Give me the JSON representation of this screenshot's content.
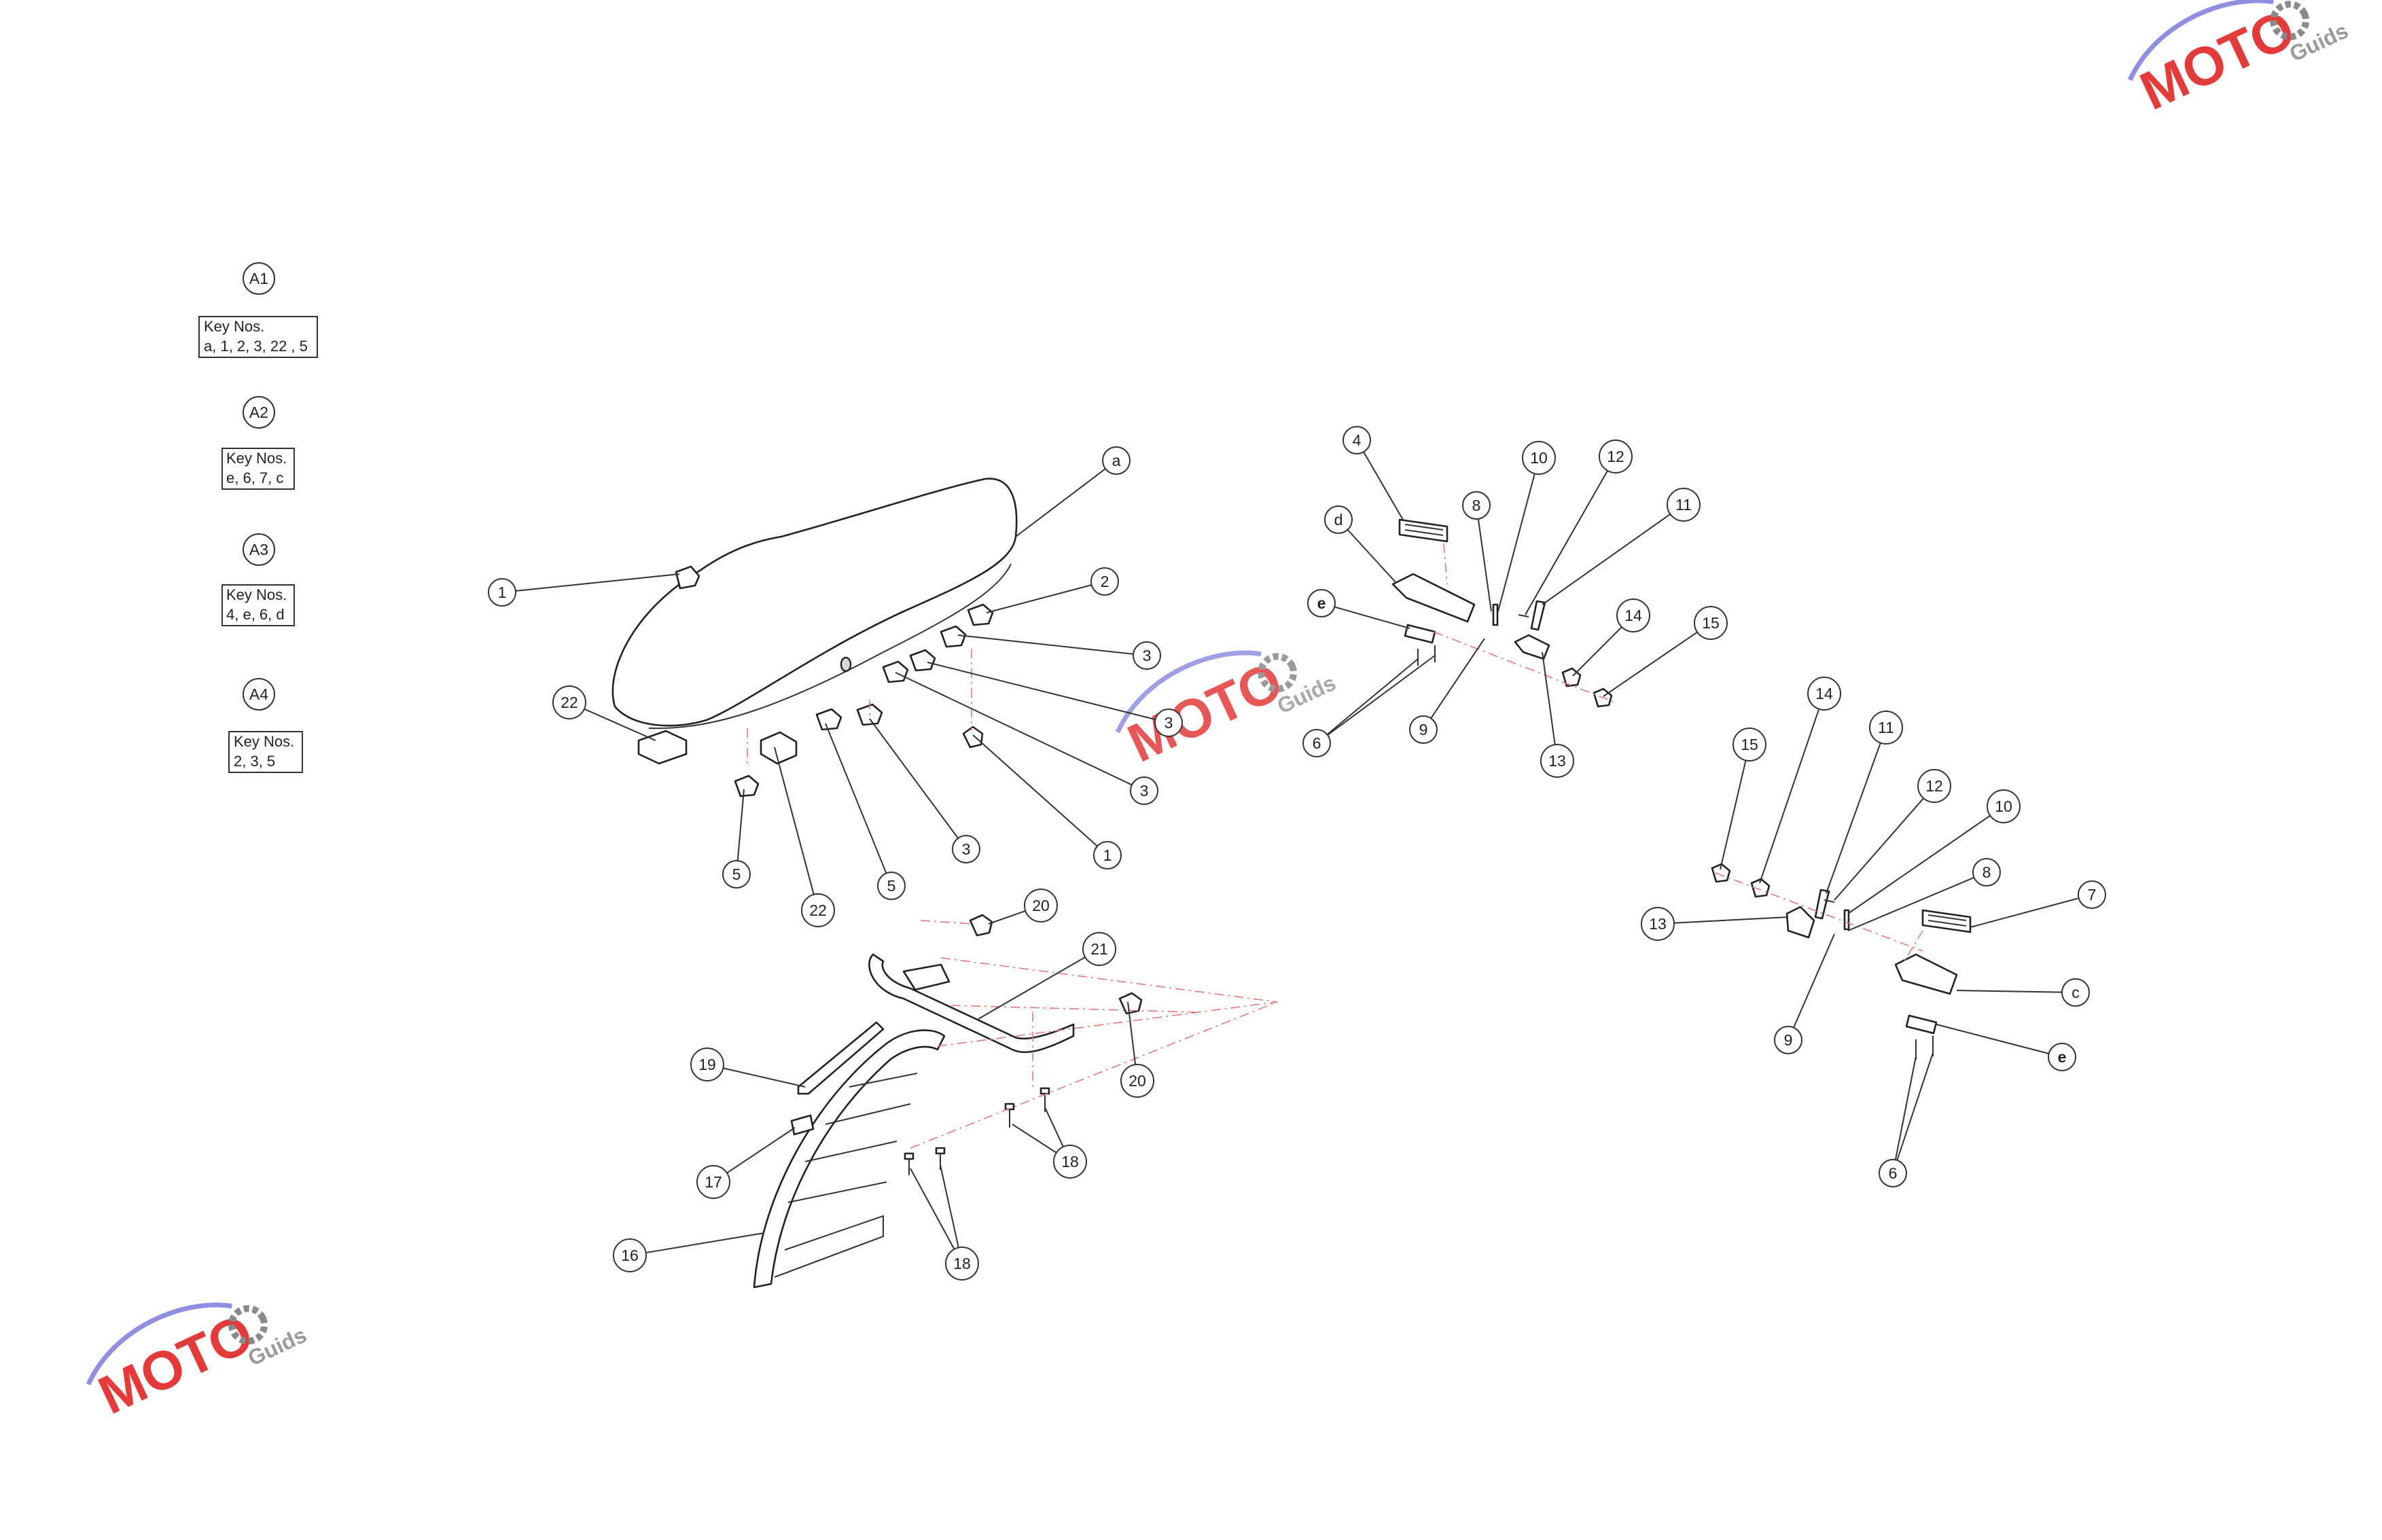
{
  "assemblies": [
    {
      "label": "A1",
      "key_title": "Key Nos.",
      "key_values": "a, 1, 2, 3, 22 , 5"
    },
    {
      "label": "A2",
      "key_title": "Key Nos.",
      "key_values": "e, 6, 7, c"
    },
    {
      "label": "A3",
      "key_title": "Key Nos.",
      "key_values": "4, e, 6, d"
    },
    {
      "label": "A4",
      "key_title": "Key Nos.",
      "key_values": "2, 3, 5"
    }
  ],
  "callouts": [
    {
      "id": "a",
      "label": "a"
    },
    {
      "id": "1-seat",
      "label": "1"
    },
    {
      "id": "2",
      "label": "2"
    },
    {
      "id": "3-a",
      "label": "3"
    },
    {
      "id": "3-b",
      "label": "3"
    },
    {
      "id": "3-c",
      "label": "3"
    },
    {
      "id": "3-d",
      "label": "3"
    },
    {
      "id": "22-a",
      "label": "22"
    },
    {
      "id": "22-b",
      "label": "22"
    },
    {
      "id": "5-a",
      "label": "5"
    },
    {
      "id": "5-b",
      "label": "5"
    },
    {
      "id": "1-b",
      "label": "1"
    },
    {
      "id": "20-a",
      "label": "20"
    },
    {
      "id": "21",
      "label": "21"
    },
    {
      "id": "20-b",
      "label": "20"
    },
    {
      "id": "19",
      "label": "19"
    },
    {
      "id": "17",
      "label": "17"
    },
    {
      "id": "16",
      "label": "16"
    },
    {
      "id": "18-a",
      "label": "18"
    },
    {
      "id": "18-b",
      "label": "18"
    },
    {
      "id": "4",
      "label": "4"
    },
    {
      "id": "d",
      "label": "d"
    },
    {
      "id": "e-l",
      "label": "e"
    },
    {
      "id": "8-l",
      "label": "8"
    },
    {
      "id": "10-l",
      "label": "10"
    },
    {
      "id": "12-l",
      "label": "12"
    },
    {
      "id": "11-l",
      "label": "11"
    },
    {
      "id": "14-l",
      "label": "14"
    },
    {
      "id": "15-l",
      "label": "15"
    },
    {
      "id": "6-l",
      "label": "6"
    },
    {
      "id": "9-l",
      "label": "9"
    },
    {
      "id": "13-l",
      "label": "13"
    },
    {
      "id": "14-r",
      "label": "14"
    },
    {
      "id": "11-r",
      "label": "11"
    },
    {
      "id": "15-r",
      "label": "15"
    },
    {
      "id": "12-r",
      "label": "12"
    },
    {
      "id": "10-r",
      "label": "10"
    },
    {
      "id": "8-r",
      "label": "8"
    },
    {
      "id": "7",
      "label": "7"
    },
    {
      "id": "13-r",
      "label": "13"
    },
    {
      "id": "c",
      "label": "c"
    },
    {
      "id": "9-r",
      "label": "9"
    },
    {
      "id": "e-r",
      "label": "e"
    },
    {
      "id": "6-r",
      "label": "6"
    }
  ],
  "watermark": {
    "brand": "MOTO",
    "sub": "Guids",
    "accent": "#e33a3a",
    "swoosh": "#8e8fe0",
    "gear": "#8a8a8a"
  }
}
